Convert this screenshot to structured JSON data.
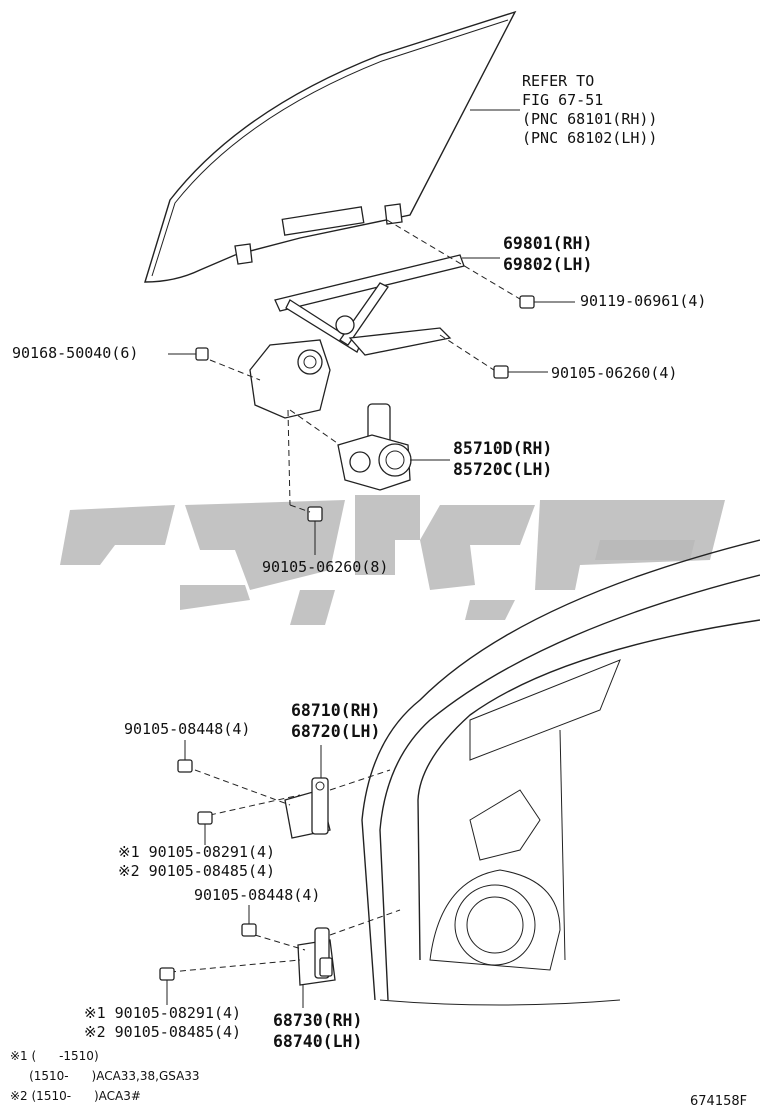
{
  "refer": {
    "line1": "REFER TO",
    "line2": "FIG 67-51",
    "line3": "(PNC 68101(RH))",
    "line4": "(PNC 68102(LH))"
  },
  "upper": {
    "regulator_rh": "69801(RH)",
    "regulator_lh": "69802(LH)",
    "bolt_90119": "90119-06961(4)",
    "bolt_90168": "90168-50040(6)",
    "bolt_90105_4": "90105-06260(4)",
    "motor_rh": "85710D(RH)",
    "motor_lh": "85720C(LH)",
    "bolt_90105_8": "90105-06260(8)"
  },
  "lower": {
    "upper_hinge_rh": "68710(RH)",
    "upper_hinge_lh": "68720(LH)",
    "bolt_08448_a": "90105-08448(4)",
    "bolt_08291_a": "※1 90105-08291(4)",
    "bolt_08485_a": "※2 90105-08485(4)",
    "bolt_08448_b": "90105-08448(4)",
    "bolt_08291_b": "※1 90105-08291(4)",
    "bolt_08485_b": "※2 90105-08485(4)",
    "lower_hinge_rh": "68730(RH)",
    "lower_hinge_lh": "68740(LH)"
  },
  "notes": {
    "n1": "※1 (      -1510)",
    "n2": "     (1510-      )ACA33,38,GSA33",
    "n3": "※2 (1510-      )ACA3#"
  },
  "figure_code": "674158F",
  "watermark_color": "#b8b8b8"
}
